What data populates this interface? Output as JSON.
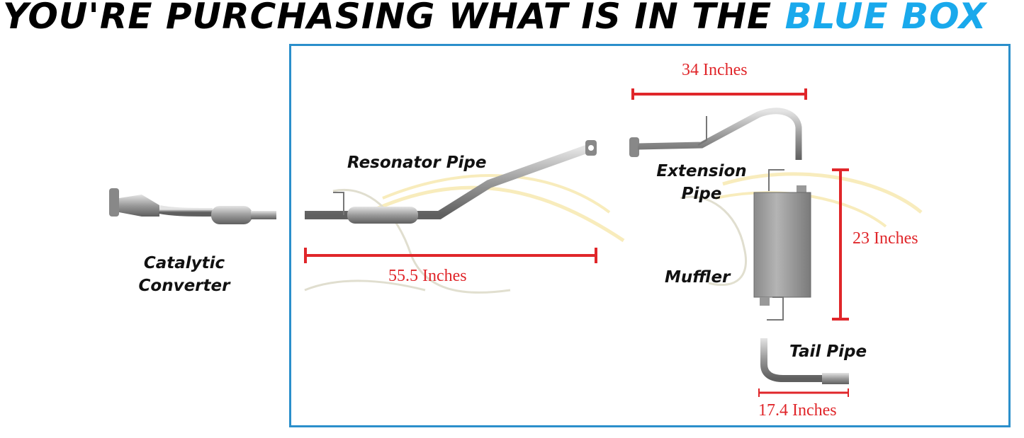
{
  "header": {
    "title_prefix": "YOU'RE PURCHASING WHAT IS IN THE",
    "title_highlight": "BLUE BOX"
  },
  "parts": {
    "catalytic_converter": [
      "Catalytic",
      "Converter"
    ],
    "resonator_pipe": "Resonator Pipe",
    "extension_pipe": [
      "Extension",
      "Pipe"
    ],
    "muffler": "Muffler",
    "tail_pipe": "Tail Pipe"
  },
  "dimensions": {
    "extension": "34 Inches",
    "resonator": "55.5 Inches",
    "muffler": "23 Inches",
    "tail": "17.4 Inches"
  },
  "colors": {
    "highlight": "#19a9ec",
    "box_border": "#2b8fcb",
    "dimension": "#e0262a"
  }
}
